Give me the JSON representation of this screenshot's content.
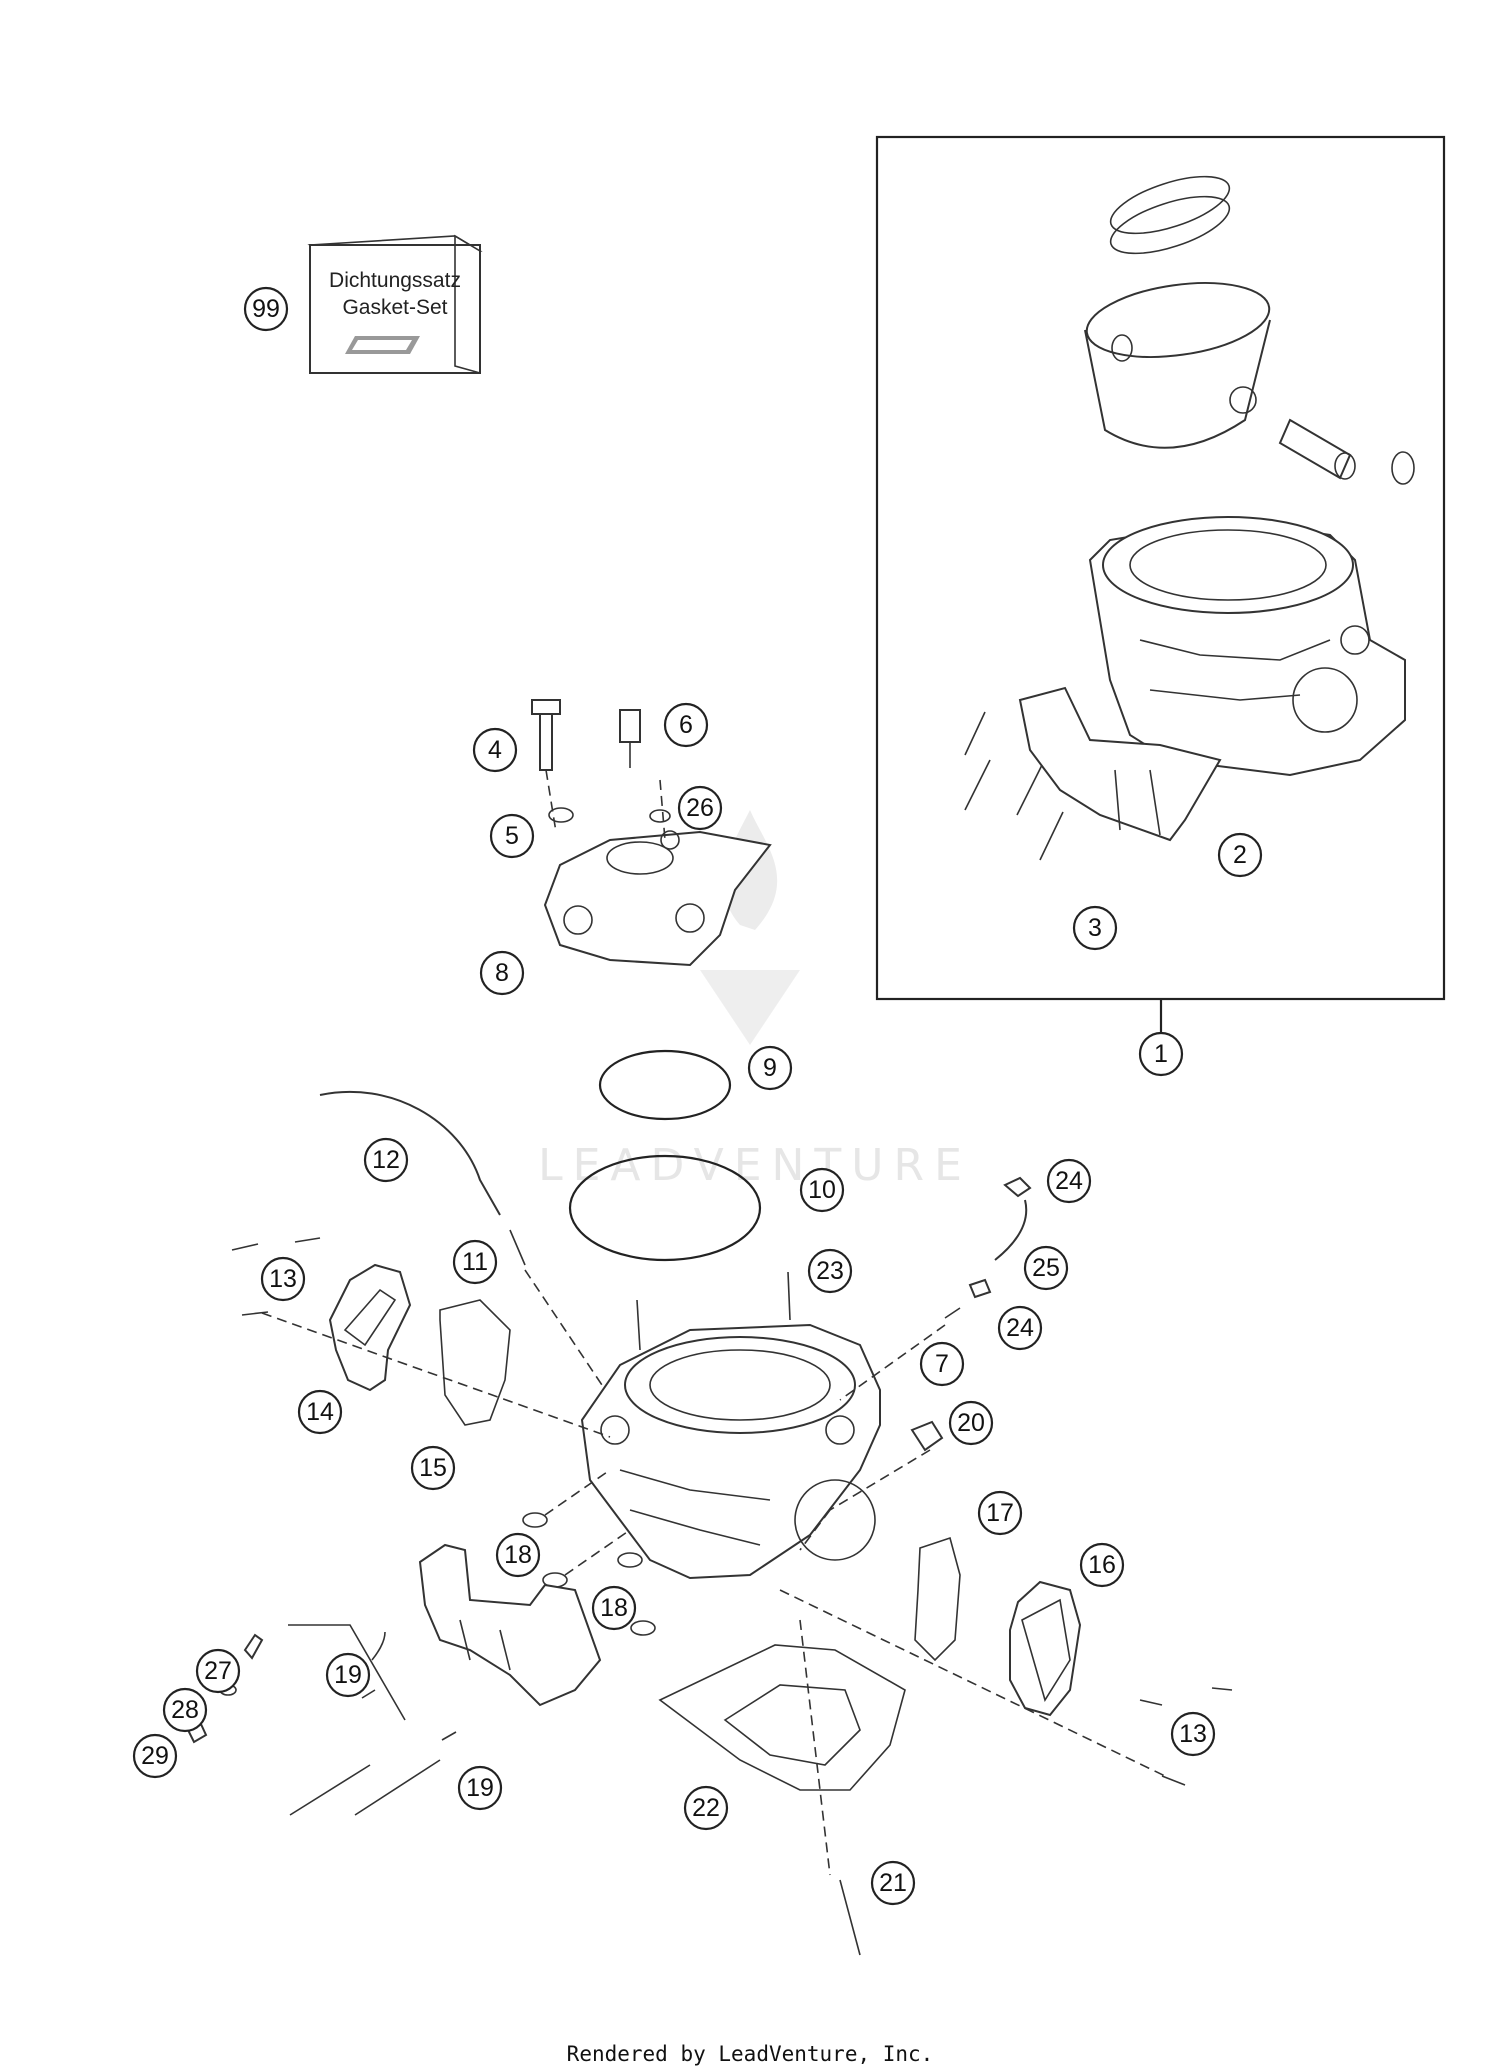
{
  "gasket_box": {
    "line1": "Dichtungssatz",
    "line2": "Gasket-Set"
  },
  "watermark": "LEADVENTURE",
  "footer": "Rendered by LeadVenture, Inc.",
  "callouts": {
    "c99": "99",
    "c1": "1",
    "c2": "2",
    "c3": "3",
    "c4": "4",
    "c5": "5",
    "c6": "6",
    "c26": "26",
    "c8": "8",
    "c9": "9",
    "c10": "10",
    "c12": "12",
    "c11": "11",
    "c13a": "13",
    "c14": "14",
    "c15": "15",
    "c23": "23",
    "c24a": "24",
    "c25": "25",
    "c24b": "24",
    "c7": "7",
    "c20": "20",
    "c17": "17",
    "c16": "16",
    "c18a": "18",
    "c18b": "18",
    "c13b": "13",
    "c27": "27",
    "c28": "28",
    "c29": "29",
    "c19a": "19",
    "c19b": "19",
    "c22": "22",
    "c21": "21"
  }
}
